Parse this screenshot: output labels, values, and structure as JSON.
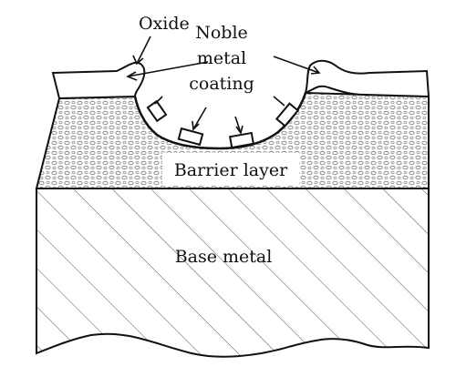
{
  "labels": {
    "oxide": "Oxide",
    "noble_line1": "Noble",
    "noble_line2": "metal",
    "noble_line3": "coating",
    "barrier": "Barrier layer",
    "base": "Base metal"
  },
  "colors": {
    "stroke": "#111111",
    "background": "#ffffff",
    "hatch": "#555555",
    "granular": "#8a8a8a"
  }
}
